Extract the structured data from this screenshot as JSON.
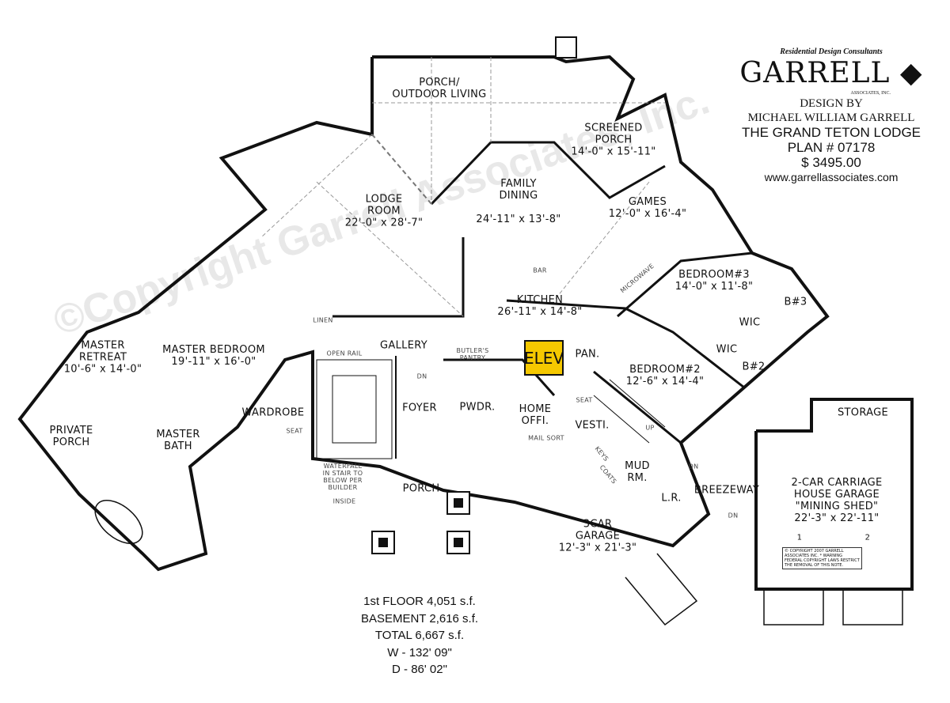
{
  "title_block": {
    "tagline": "Residential Design Consultants",
    "logo": "GARRELL",
    "logo_sub": "ASSOCIATES, INC.",
    "design_by": "DESIGN BY",
    "designer": "MICHAEL WILLIAM GARRELL",
    "plan_name": "THE GRAND TETON LODGE",
    "plan_number": "PLAN #  07178",
    "price": "$ 3495.00",
    "website": "www.garrellassociates.com"
  },
  "watermark": "©Copyright Garrell Associates, Inc.",
  "rooms": [
    {
      "id": "porch-outdoor",
      "lines": [
        "PORCH/",
        "OUTDOOR LIVING"
      ]
    },
    {
      "id": "screened-porch",
      "lines": [
        "SCREENED",
        "PORCH",
        "14'-0\" x 15'-11\""
      ]
    },
    {
      "id": "family-dining",
      "lines": [
        "FAMILY",
        "DINING",
        "",
        "24'-11\" x 13'-8\""
      ]
    },
    {
      "id": "lodge-room",
      "lines": [
        "LODGE",
        "ROOM",
        "22'-0\" x 28'-7\""
      ]
    },
    {
      "id": "games",
      "lines": [
        "GAMES",
        "12'-0\" x 16'-4\""
      ]
    },
    {
      "id": "bedroom3",
      "lines": [
        "BEDROOM#3",
        "14'-0\" x 11'-8\""
      ]
    },
    {
      "id": "kitchen",
      "lines": [
        "KITCHEN",
        "26'-11\" x 14'-8\""
      ]
    },
    {
      "id": "b3",
      "lines": [
        "B#3"
      ]
    },
    {
      "id": "wic1",
      "lines": [
        "WIC"
      ]
    },
    {
      "id": "wic2",
      "lines": [
        "WIC"
      ]
    },
    {
      "id": "b2",
      "lines": [
        "B#2"
      ]
    },
    {
      "id": "gallery",
      "lines": [
        "GALLERY"
      ]
    },
    {
      "id": "pantry",
      "lines": [
        "PAN."
      ]
    },
    {
      "id": "bedroom2",
      "lines": [
        "BEDROOM#2",
        "12'-6\" x 14'-4\""
      ]
    },
    {
      "id": "master-bedroom",
      "lines": [
        "MASTER BEDROOM",
        "19'-11\" x 16'-0\""
      ]
    },
    {
      "id": "master-retreat",
      "lines": [
        "MASTER",
        "RETREAT",
        "10'-6\" x 14'-0\""
      ]
    },
    {
      "id": "private-porch",
      "lines": [
        "PRIVATE",
        "PORCH"
      ]
    },
    {
      "id": "master-bath",
      "lines": [
        "MASTER",
        "BATH"
      ]
    },
    {
      "id": "wardrobe",
      "lines": [
        "WARDROBE"
      ]
    },
    {
      "id": "foyer",
      "lines": [
        "FOYER"
      ]
    },
    {
      "id": "powder",
      "lines": [
        "PWDR."
      ]
    },
    {
      "id": "home-office",
      "lines": [
        "HOME",
        "OFFI."
      ]
    },
    {
      "id": "vestibule",
      "lines": [
        "VESTI."
      ]
    },
    {
      "id": "mud-room",
      "lines": [
        "MUD",
        "RM."
      ]
    },
    {
      "id": "laundry",
      "lines": [
        "L.R."
      ]
    },
    {
      "id": "breezeway",
      "lines": [
        "BREEZEWAY"
      ]
    },
    {
      "id": "storage",
      "lines": [
        "STORAGE"
      ]
    },
    {
      "id": "carriage-garage",
      "lines": [
        "2-CAR CARRIAGE",
        "HOUSE GARAGE",
        "\"MINING SHED\"",
        "22'-3\" x 22'-11\""
      ]
    },
    {
      "id": "front-porch",
      "lines": [
        "PORCH"
      ]
    },
    {
      "id": "garage",
      "lines": [
        "3CAR",
        "GARAGE",
        "12'-3\" x 21'-3\""
      ]
    }
  ],
  "small_notes": {
    "open_rail": "OPEN RAIL",
    "butlers_pantry": "BUTLER'S PANTRY",
    "mail_sort": "MAIL SORT",
    "seat1": "SEAT",
    "seat2": "SEAT",
    "linen": "LINEN",
    "bar": "BAR",
    "microwave": "MICROWAVE",
    "keys": "KEYS",
    "coats": "COATS",
    "up": "UP",
    "dn1": "DN",
    "dn2": "DN",
    "dn3": "DN",
    "waterfall": "WATERFALL IN STAIR TO BELOW PER BUILDER",
    "inside": "INSIDE",
    "bay1": "1",
    "bay2": "2",
    "copyright": "© COPYRIGHT 2007 GARRELL ASSOCIATES INC. * WARNING FEDERAL COPYRIGHT LAWS RESTRICT THE REMOVAL OF THIS NOTE."
  },
  "elevator": {
    "label": "ELEV",
    "color": "#f5c800"
  },
  "areas": {
    "first_floor": "1st FLOOR  4,051 s.f.",
    "basement": "BASEMENT  2,616 s.f.",
    "total": "TOTAL  6,667 s.f.",
    "width": "W - 132' 09\"",
    "depth": "D -  86' 02\""
  }
}
